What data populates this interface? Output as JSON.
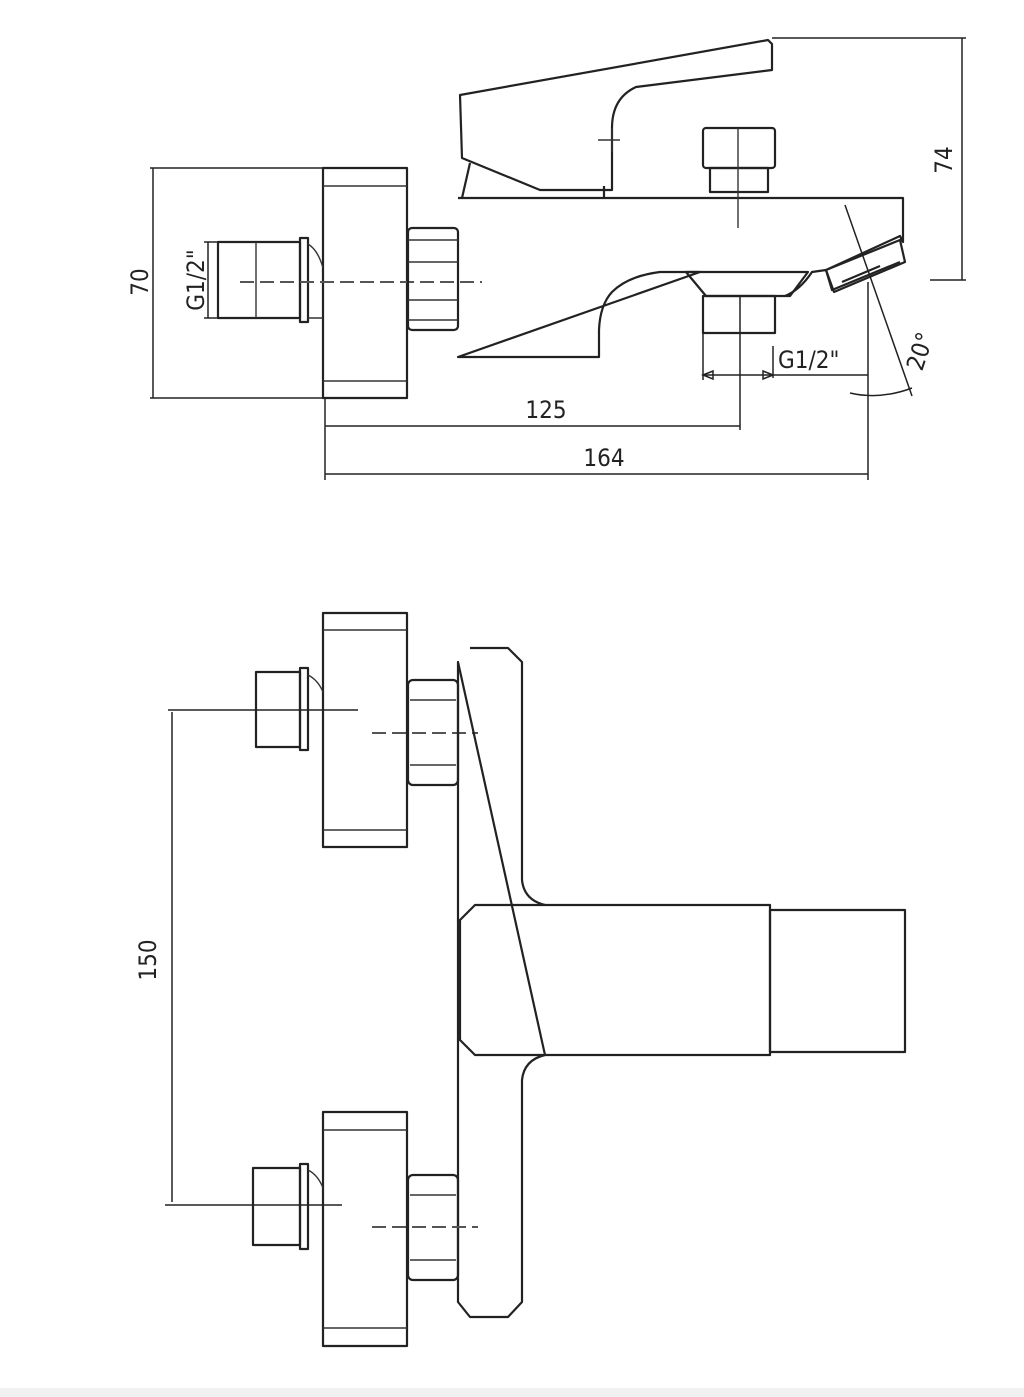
{
  "drawing": {
    "side_view": {
      "dimensions": {
        "height_inlet": "70",
        "height_total": "74",
        "inlet_thread": "G1/2\"",
        "outlet_thread": "G1/2\"",
        "outlet_distance": "125",
        "total_length": "164",
        "spout_angle": "20°"
      }
    },
    "top_view": {
      "dimensions": {
        "inlet_spacing": "150"
      }
    },
    "line_color": "#222222"
  }
}
